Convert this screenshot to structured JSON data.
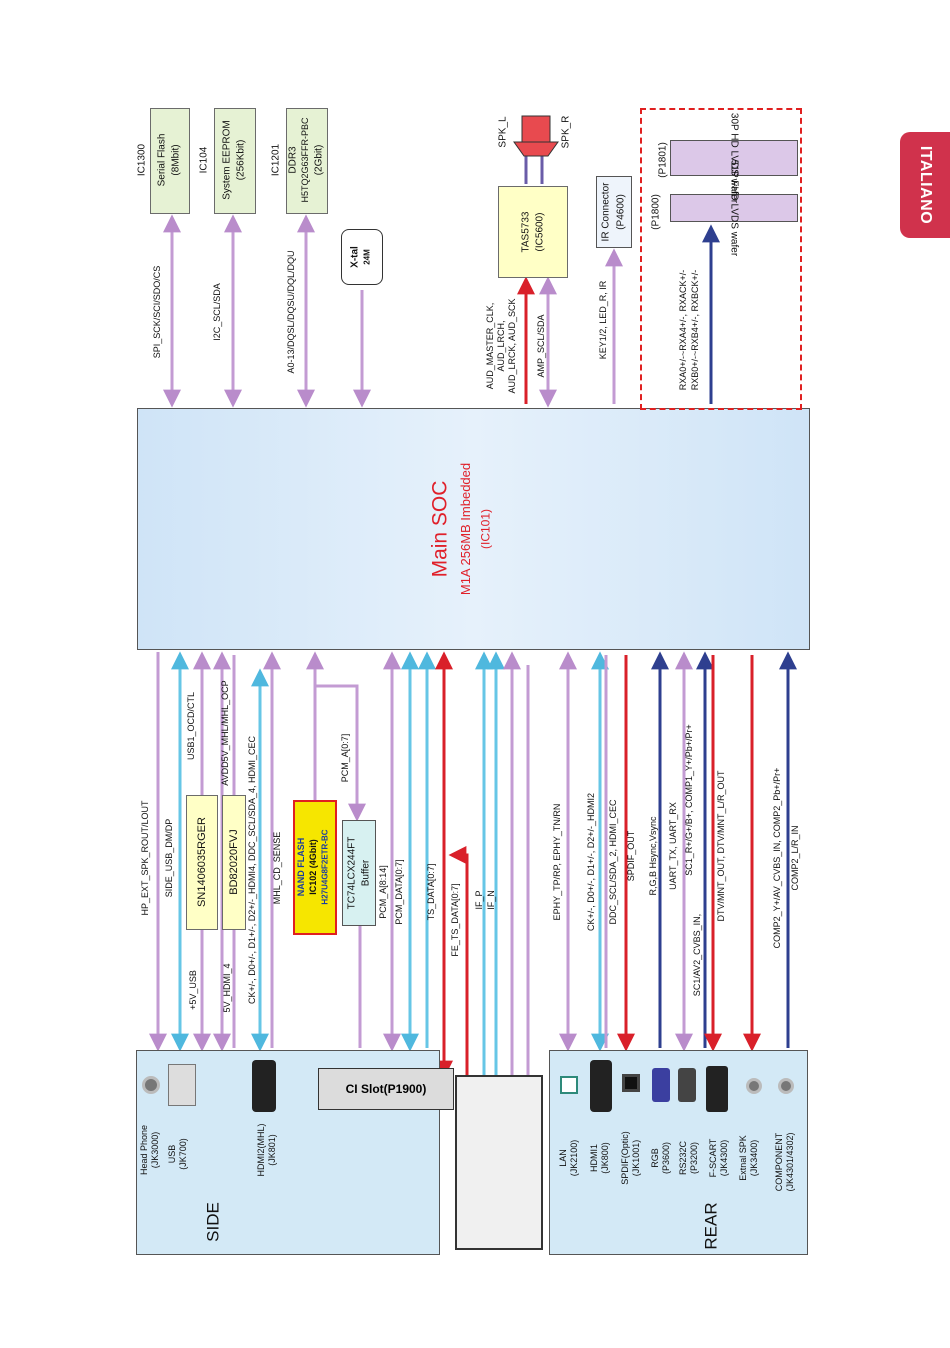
{
  "side_tab": {
    "label": "ITALIANO"
  },
  "soc": {
    "title": "Main SOC",
    "subtitle": "M1A  256MB Imbedded",
    "ref": "(IC101)"
  },
  "top_chips": {
    "serial_flash": {
      "ref": "IC1300",
      "l1": "Serial Flash",
      "l2": "(8Mbit)"
    },
    "eeprom": {
      "ref": "IC104",
      "l1": "System EEPROM",
      "l2": "(256Kbit)"
    },
    "ddr": {
      "ref": "IC1201",
      "l1": "DDR3",
      "l2": "H5TQ2G63FFR-PBC",
      "l3": "(2Gbit)"
    },
    "xtal": {
      "l1": "X-tal",
      "l2": "24M"
    },
    "amp": {
      "l1": "TAS5733",
      "l2": "(IC5600)"
    },
    "ir": {
      "l1": "IR Connector",
      "l2": "(P4600)"
    },
    "lvds51": {
      "label": "51P FHD LVDS wafer",
      "ref": "(P1800)"
    },
    "lvds30": {
      "label": "30P HD LVDS wafer",
      "ref": "(P1801)"
    }
  },
  "speakers": {
    "left": "SPK_L",
    "right": "SPK_R"
  },
  "top_signals": {
    "spi": "SPI_SCK/SCI/SDO/CS",
    "i2c": "I2C_SCL/SDA",
    "ddr": "A0-13/DQSL/DQSU/DQL/DQU",
    "aud1": "AUD_MASTER_CLK,",
    "aud2": "AUD_LRCH,",
    "aud3": "AUD_LRCK, AUD_SCK",
    "amp": "AMP_SCL/SDA",
    "key": "KEY1/2, LED_R, IR",
    "rx1": "RXA0+/-~RXA4+/-, RXACK+/-",
    "rx2": "RXB0+/-~RXB4+/-, RXBCK+/-"
  },
  "mid_chips": {
    "sn": "SN1406035RGER",
    "bd": "BD82020FVJ",
    "nand1": "NAND FLASH",
    "nand2": "IC102 (4Gbit)",
    "nand3": "H27U4G8F2ETR-BC",
    "buf1": "TC74LCX244FT",
    "buf2": "Buffer"
  },
  "bottom_signals": {
    "hp": "HP_EXT_SPK_ROUT/LOUT",
    "side_usb": "SIDE_USB_DM/DP",
    "usb1": "USB1_OCD/CTL",
    "usb5v": "+5V_USB",
    "avdd": "AVDD5V_MHL/MHL_OCP",
    "hdmi4": "5V_HDMI_4",
    "ck": "CK+/-, D0+/-, D1+/-, D2+/-_HDMI4, DDC_SCL/SDA_4, HDMI_CEC",
    "mhl": "MHL_CD_SENSE",
    "pcma": "PCM_A[0:7]",
    "pcm814": "PCM_A[8:14]",
    "pcmdata": "PCM_DATA[0:7]",
    "ts": "TS_DATA[0:7]",
    "fe": "FE_TS_DATA[0:7]",
    "ifp": "IF_P",
    "ifn": "IF_N",
    "ephy": "EPHY_TP/RP, EPHY_TN/RN",
    "ckhdmi2": "CK+/-, D0+/-, D1+/-, D2+/-_HDMI2",
    "ddc2": "DDC_SCL/SDA_2, HDMI_CEC",
    "spdif": "SPDIF_OUT",
    "rgb": "R,G,B Hsync,Vsync",
    "uart": "UART_TX, UART_RX",
    "sc1": "SC1_R+/G+/B+, COMP1_Y+/Pb+/Pr+",
    "sc1av": "SC1/AV2_CVBS_IN,",
    "dtv": "DTV/MNT_OUT, DTV/MNT_L/R_OUT",
    "comp2": "COMP2_Y+/AV_CVBS_IN, COMP2_Pb+/Pr+",
    "comp2lr": "COMP2_L/R_IN"
  },
  "side_box": {
    "title": "SIDE",
    "hp": "Head Phone",
    "hp_ref": "(JK3000)",
    "usb": "USB",
    "usb_ref": "(JK700)",
    "hdmi": "HDMI2(MHL)",
    "hdmi_ref": "(JK801)"
  },
  "ci": {
    "label": "CI Slot(P1900)"
  },
  "rear_box": {
    "title": "REAR",
    "lan": "LAN",
    "lan_ref": "(JK2100)",
    "hdmi": "HDMI1",
    "hdmi_ref": "(JK800)",
    "spdif": "SPDIF(Optic)",
    "spdif_ref": "(JK1001)",
    "rgb": "RGB",
    "rgb_ref": "(P3600)",
    "rs232": "RS232C",
    "rs232_ref": "(P3200)",
    "scart": "F-SCART",
    "scart_ref": "(JK4300)",
    "ext": "Extnal SPK",
    "ext_ref": "(JK3400)",
    "comp": "COMPONENT",
    "comp_ref": "(JK4301/4302)"
  },
  "colors": {
    "violet": "#c39bd3",
    "cyan": "#66c6e6",
    "red": "#d9202a",
    "navy": "#2e3f8f",
    "soc_title": "#e0202a"
  }
}
